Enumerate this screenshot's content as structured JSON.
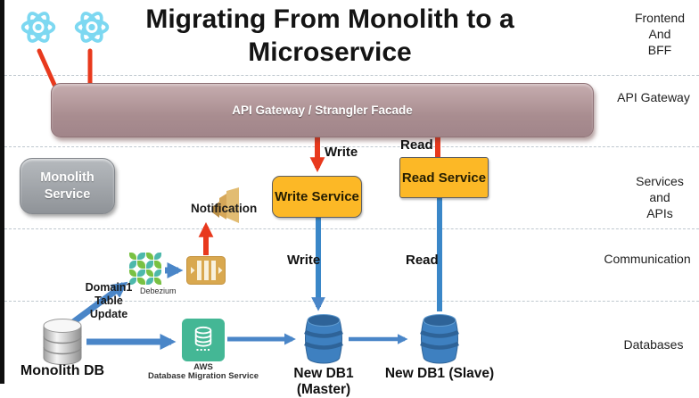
{
  "title": "Migrating From Monolith to a\nMicroservice",
  "layer_labels": {
    "frontend": "Frontend\nAnd\nBFF",
    "api_gateway": "API Gateway",
    "services": "Services\nand\nAPIs",
    "communication": "Communication",
    "databases": "Databases"
  },
  "nodes": {
    "api_gateway": "API Gateway / Strangler Facade",
    "monolith_service": "Monolith\nService",
    "write_service": "Write Service",
    "read_service": "Read Service",
    "notification": "Notification",
    "debezium": "Debezium",
    "domain_table_update": "Domain1\nTable\nUpdate",
    "monolith_db": "Monolith DB",
    "dms_line1": "AWS",
    "dms_line2": "Database Migration Service",
    "db_master": "New DB1 (Master)",
    "db_slave": "New DB1 (Slave)"
  },
  "edge_labels": {
    "gateway_write": "Write",
    "gateway_read": "Read",
    "service_write": "Write",
    "service_read": "Read"
  },
  "icons": {
    "react": "react-logo-icon",
    "notification": "sns-megaphone-icon",
    "debezium": "debezium-grid-icon",
    "queue": "sqs-queue-icon",
    "monolith_db": "database-cylinder-icon",
    "dms": "aws-dms-icon",
    "new_db": "dynamodb-barrel-icon"
  },
  "colors": {
    "react_blue": "#7dd8f1",
    "arrow_red": "#e8391d",
    "arrow_blue": "#4a86c8",
    "service_yellow": "#fcb826",
    "gateway_mauve": "#ab8f92",
    "monolith_gray": "#9a9ea3",
    "queue_amber": "#d9a84f",
    "dms_teal": "#44b795",
    "dynamodb_blue": "#3f86c9"
  }
}
